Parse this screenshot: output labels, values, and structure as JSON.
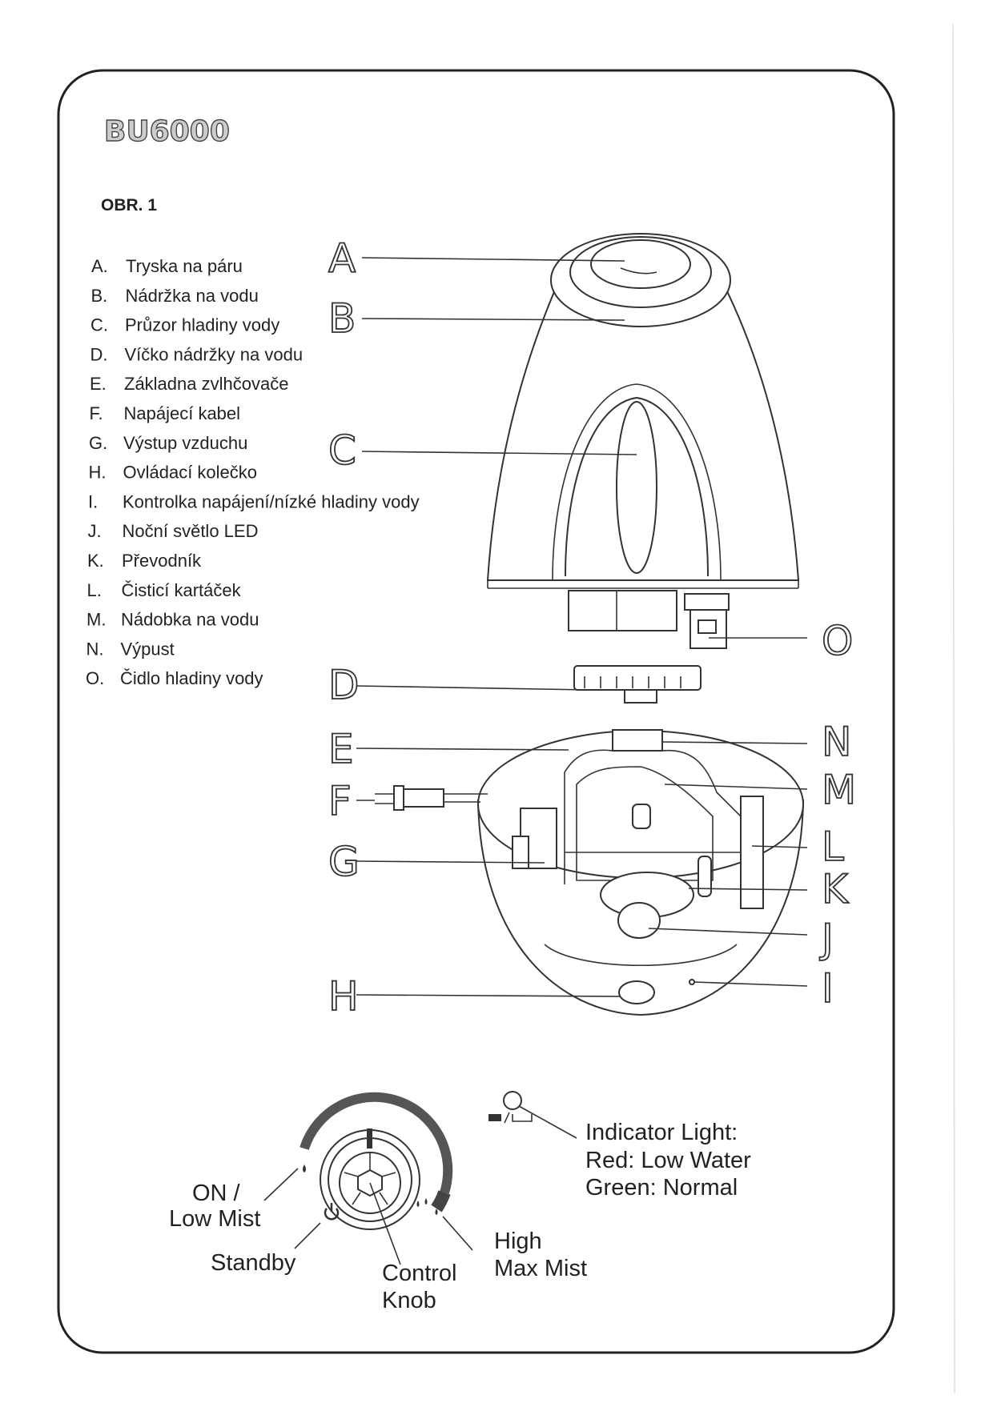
{
  "header": {
    "model": "BU6000",
    "figure": "OBR. 1"
  },
  "parts": [
    {
      "letter": "A.",
      "label": "Tryska na páru"
    },
    {
      "letter": "B.",
      "label": "Nádržka na vodu"
    },
    {
      "letter": "C.",
      "label": "Průzor hladiny vody"
    },
    {
      "letter": "D.",
      "label": "Víčko nádržky na vodu"
    },
    {
      "letter": "E.",
      "label": "Základna zvlhčovače"
    },
    {
      "letter": "F.",
      "label": "Napájecí kabel"
    },
    {
      "letter": "G.",
      "label": "Výstup vzduchu"
    },
    {
      "letter": "H.",
      "label": "Ovládací kolečko"
    },
    {
      "letter": "I.",
      "label": "Kontrolka napájení/nízké hladiny vody"
    },
    {
      "letter": "J.",
      "label": "Noční světlo LED"
    },
    {
      "letter": "K.",
      "label": "Převodník"
    },
    {
      "letter": "L.",
      "label": "Čisticí kartáček"
    },
    {
      "letter": "M.",
      "label": "Nádobka na vodu"
    },
    {
      "letter": "N.",
      "label": "Výpust"
    },
    {
      "letter": "O.",
      "label": "Čidlo hladiny vody"
    }
  ],
  "callouts_left": [
    "A",
    "B",
    "C",
    "D",
    "E",
    "F",
    "G",
    "H"
  ],
  "callouts_right": [
    "O",
    "N",
    "M",
    "L",
    "K",
    "J",
    "I"
  ],
  "control": {
    "on_low": [
      "ON /",
      "Low Mist"
    ],
    "standby": "Standby",
    "knob": [
      "Control",
      "Knob"
    ],
    "high": [
      "High",
      "Max Mist"
    ],
    "indicator": [
      "Indicator Light:",
      "Red: Low Water",
      "Green: Normal"
    ]
  }
}
